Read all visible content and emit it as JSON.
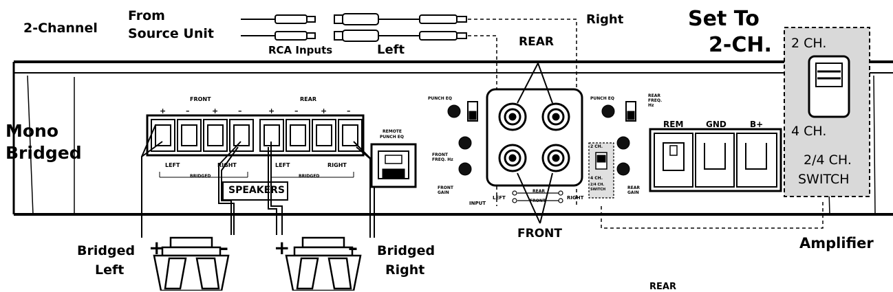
{
  "labels": {
    "two_channel": "2-Channel",
    "from_source_1": "From",
    "from_source_2": "Source Unit",
    "rca_inputs": "RCA Inputs",
    "left": "Left",
    "right": "Right",
    "rear_top": "REAR",
    "set_to_1": "Set To",
    "set_to_2": "2-CH.",
    "sw_2ch": "2 CH.",
    "sw_4ch": "4 CH.",
    "sw_24_1": "2/4 CH.",
    "sw_24_2": "SWITCH",
    "mono_1": "Mono",
    "mono_2": "Bridged",
    "speakers": "SPEAKERS",
    "front_bottom": "FRONT",
    "amplifier": "Amplifier",
    "bridged_left_1": "Bridged",
    "bridged_left_2": "Left",
    "bridged_right_1": "Bridged",
    "bridged_right_2": "Right",
    "plus": "+",
    "minus": "–",
    "rear_bottom": "REAR"
  },
  "panel": {
    "front": "FRONT",
    "rear": "REAR",
    "terminal_signs": [
      "+",
      "–",
      "+",
      "–",
      "+",
      "–",
      "+",
      "–"
    ],
    "left": "LEFT",
    "right": "RIGHT",
    "bridged": "BRIDGED",
    "remote_1": "REMOTE",
    "remote_2": "PUNCH EQ",
    "punch_eq_front": "PUNCH EQ",
    "punch_eq_rear": "PUNCH EQ",
    "front_freq": "FRONT FREQ. Hz",
    "front_gain": "FRONT GAIN",
    "rear_freq": "REAR FREQ. Hz",
    "rear_gain": "REAR GAIN",
    "input": "INPUT",
    "input_left": "LEFT",
    "input_right": "RIGHT",
    "input_rear": "REAR",
    "input_front": "FRONT",
    "mini_switch_2ch": "2 CH.",
    "mini_switch_4ch": "4 CH.",
    "mini_switch_label": "2/4 CH. SWITCH",
    "rem": "REM",
    "gnd": "GND",
    "bplus": "B+"
  }
}
